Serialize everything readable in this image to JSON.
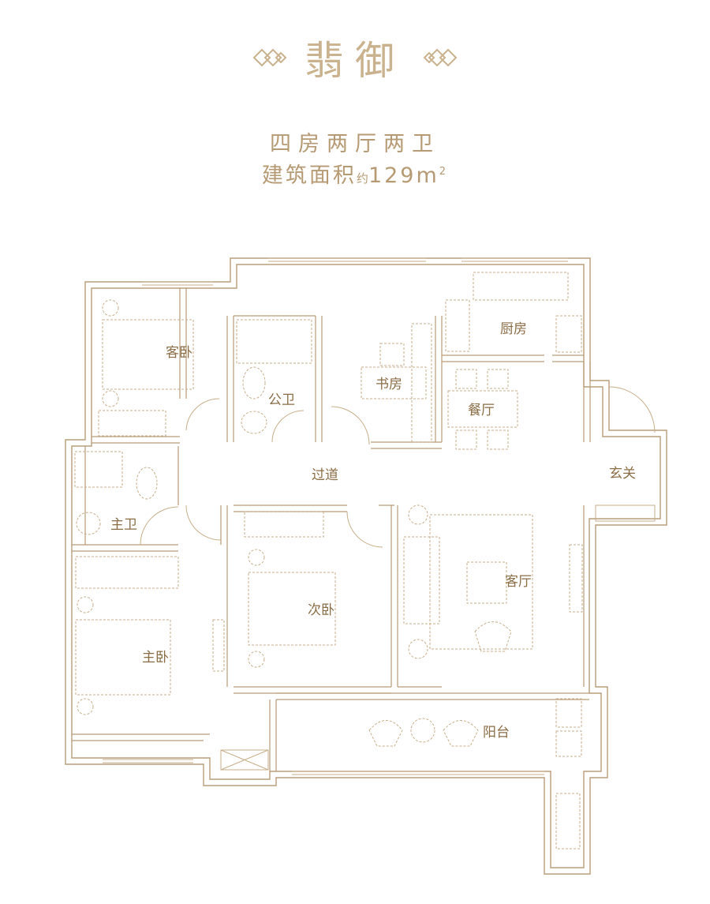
{
  "header": {
    "title": "翡御",
    "layout": "四房两厅两卫",
    "area_prefix": "建筑面积",
    "area_approx": "约",
    "area_value": "129m",
    "area_unit_sup": "2"
  },
  "rooms": {
    "guest_bedroom": "客卧",
    "public_bath": "公卫",
    "study": "书房",
    "kitchen": "厨房",
    "dining": "餐厅",
    "entrance": "玄关",
    "corridor": "过道",
    "master_bath": "主卫",
    "second_bedroom": "次卧",
    "living_room": "客厅",
    "master_bedroom": "主卧",
    "balcony": "阳台"
  },
  "colors": {
    "wall": "#b89d78",
    "furniture": "#c8ae8a",
    "label": "#8a6d45",
    "title": "#c9b28d"
  }
}
